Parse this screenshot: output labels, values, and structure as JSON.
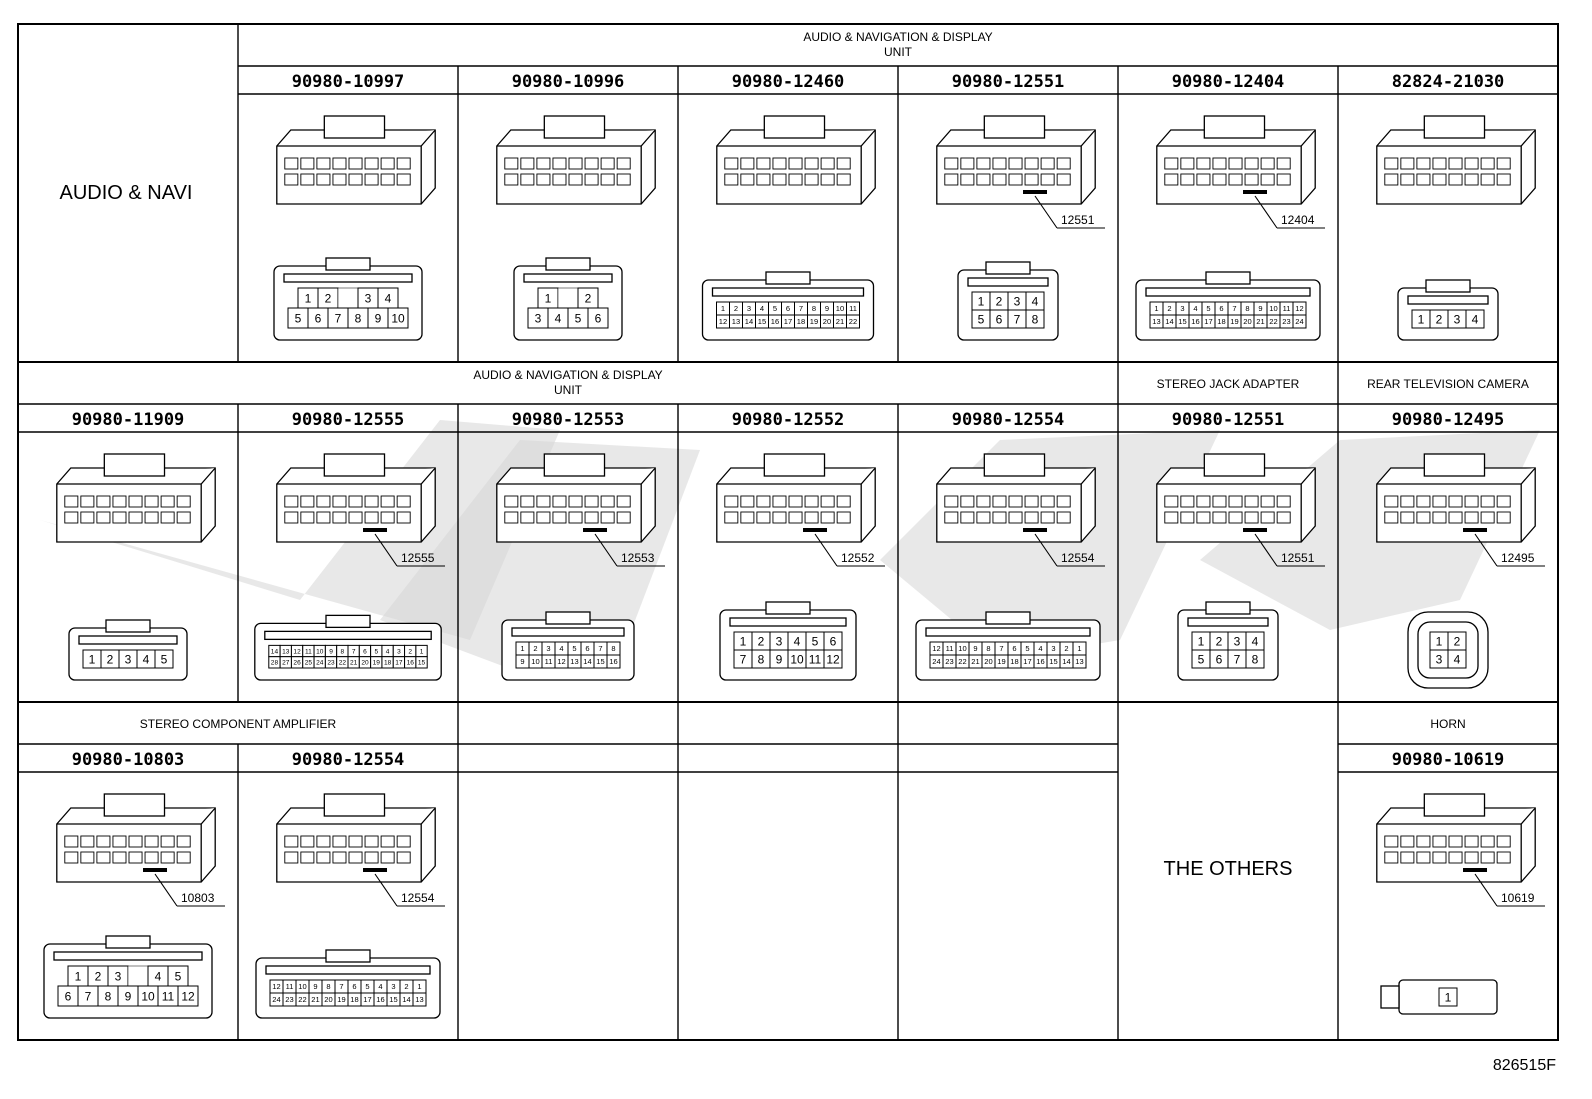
{
  "watermark": "",
  "drawing_code": "826515F",
  "rows": [
    {
      "group_headers": [
        {
          "col": 0,
          "span": 1,
          "text": "",
          "is_row_label": true
        },
        {
          "col": 1,
          "span": 6,
          "text": "AUDIO & NAVIGATION & DISPLAY",
          "text2": "UNIT"
        }
      ],
      "row_label": "AUDIO & NAVI",
      "cells": [
        {
          "col": 1,
          "part": "90980-10997",
          "face": {
            "rows": [
              [
                "1",
                "2",
                "",
                "3",
                "4"
              ],
              [
                "5",
                "6",
                "7",
                "8",
                "9",
                "10"
              ]
            ],
            "style": "large"
          }
        },
        {
          "col": 2,
          "part": "90980-10996",
          "face": {
            "rows": [
              [
                "1",
                "",
                "2"
              ],
              [
                "3",
                "4",
                "5",
                "6"
              ]
            ],
            "style": "large"
          }
        },
        {
          "col": 3,
          "part": "90980-12460",
          "face": {
            "rows": [
              [
                "1",
                "2",
                "3",
                "4",
                "5",
                "6",
                "7",
                "8",
                "9",
                "10",
                "11"
              ],
              [
                "12",
                "13",
                "14",
                "15",
                "16",
                "17",
                "18",
                "19",
                "20",
                "21",
                "22"
              ]
            ],
            "style": "tiny"
          }
        },
        {
          "col": 4,
          "part": "90980-12551",
          "callout": "12551",
          "face": {
            "rows": [
              [
                "1",
                "2",
                "3",
                "4"
              ],
              [
                "5",
                "6",
                "7",
                "8"
              ]
            ],
            "style": "medium"
          }
        },
        {
          "col": 5,
          "part": "90980-12404",
          "callout": "12404",
          "face": {
            "rows": [
              [
                "1",
                "2",
                "3",
                "4",
                "5",
                "6",
                "7",
                "8",
                "9",
                "10",
                "11",
                "12"
              ],
              [
                "13",
                "14",
                "15",
                "16",
                "17",
                "18",
                "19",
                "20",
                "21",
                "22",
                "23",
                "24"
              ]
            ],
            "style": "tiny"
          }
        },
        {
          "col": 6,
          "part": "82824-21030",
          "face": {
            "rows": [
              [
                "1",
                "2",
                "3",
                "4"
              ]
            ],
            "style": "medium"
          }
        }
      ]
    },
    {
      "group_headers": [
        {
          "col": 0,
          "span": 5,
          "text": "AUDIO & NAVIGATION & DISPLAY",
          "text2": "UNIT"
        },
        {
          "col": 5,
          "span": 1,
          "text": "STEREO JACK ADAPTER"
        },
        {
          "col": 6,
          "span": 1,
          "text": "REAR TELEVISION CAMERA"
        }
      ],
      "cells": [
        {
          "col": 0,
          "part": "90980-11909",
          "face": {
            "rows": [
              [
                "1",
                "2",
                "3",
                "4",
                "5"
              ]
            ],
            "style": "medium"
          }
        },
        {
          "col": 1,
          "part": "90980-12555",
          "callout": "12555",
          "face": {
            "rows": [
              [
                "14",
                "13",
                "12",
                "11",
                "10",
                "9",
                "8",
                "7",
                "6",
                "5",
                "4",
                "3",
                "2",
                "1"
              ],
              [
                "28",
                "27",
                "26",
                "25",
                "24",
                "23",
                "22",
                "21",
                "20",
                "19",
                "18",
                "17",
                "16",
                "15"
              ]
            ],
            "style": "tiny"
          }
        },
        {
          "col": 2,
          "part": "90980-12553",
          "callout": "12553",
          "face": {
            "rows": [
              [
                "1",
                "2",
                "3",
                "4",
                "5",
                "6",
                "7",
                "8"
              ],
              [
                "9",
                "10",
                "11",
                "12",
                "13",
                "14",
                "15",
                "16"
              ]
            ],
            "style": "tiny"
          }
        },
        {
          "col": 3,
          "part": "90980-12552",
          "callout": "12552",
          "face": {
            "rows": [
              [
                "1",
                "2",
                "3",
                "4",
                "5",
                "6"
              ],
              [
                "7",
                "8",
                "9",
                "10",
                "11",
                "12"
              ]
            ],
            "style": "medium"
          }
        },
        {
          "col": 4,
          "part": "90980-12554",
          "callout": "12554",
          "face": {
            "rows": [
              [
                "12",
                "11",
                "10",
                "9",
                "8",
                "7",
                "6",
                "5",
                "4",
                "3",
                "2",
                "1"
              ],
              [
                "24",
                "23",
                "22",
                "21",
                "20",
                "19",
                "18",
                "17",
                "16",
                "15",
                "14",
                "13"
              ]
            ],
            "style": "tiny"
          }
        },
        {
          "col": 5,
          "part": "90980-12551",
          "callout": "12551",
          "face": {
            "rows": [
              [
                "1",
                "2",
                "3",
                "4"
              ],
              [
                "5",
                "6",
                "7",
                "8"
              ]
            ],
            "style": "medium"
          }
        },
        {
          "col": 6,
          "part": "90980-12495",
          "callout": "12495",
          "face": {
            "rows": [
              [
                "1",
                "2"
              ],
              [
                "3",
                "4"
              ]
            ],
            "style": "round"
          }
        }
      ]
    },
    {
      "group_headers": [
        {
          "col": 0,
          "span": 2,
          "text": "STEREO COMPONENT AMPLIFIER"
        },
        {
          "col": 2,
          "span": 1,
          "text": ""
        },
        {
          "col": 3,
          "span": 1,
          "text": ""
        },
        {
          "col": 4,
          "span": 1,
          "text": ""
        },
        {
          "col": 6,
          "span": 1,
          "text": "HORN"
        }
      ],
      "others_label": "THE OTHERS",
      "cells": [
        {
          "col": 0,
          "part": "90980-10803",
          "callout": "10803",
          "face": {
            "rows": [
              [
                "1",
                "2",
                "3",
                "",
                "4",
                "5"
              ],
              [
                "6",
                "7",
                "8",
                "9",
                "10",
                "11",
                "12"
              ]
            ],
            "style": "large"
          }
        },
        {
          "col": 1,
          "part": "90980-12554",
          "callout": "12554",
          "face": {
            "rows": [
              [
                "12",
                "11",
                "10",
                "9",
                "8",
                "7",
                "6",
                "5",
                "4",
                "3",
                "2",
                "1"
              ],
              [
                "24",
                "23",
                "22",
                "21",
                "20",
                "19",
                "18",
                "17",
                "16",
                "15",
                "14",
                "13"
              ]
            ],
            "style": "tiny"
          }
        },
        {
          "col": 2,
          "part": ""
        },
        {
          "col": 3,
          "part": ""
        },
        {
          "col": 4,
          "part": ""
        },
        {
          "col": 6,
          "part": "90980-10619",
          "callout": "10619",
          "face": {
            "rows": [
              [
                "1"
              ]
            ],
            "style": "horn"
          }
        }
      ]
    }
  ]
}
